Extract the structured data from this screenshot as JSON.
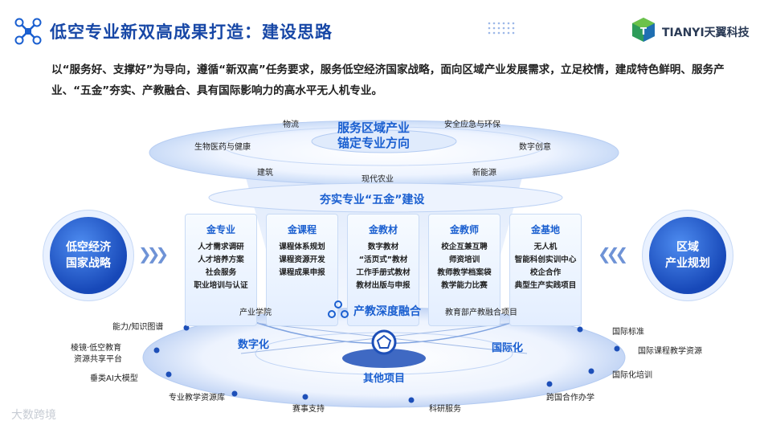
{
  "header": {
    "title": "低空专业新双高成果打造：建设思路",
    "brand": "TIANYI天翼科技"
  },
  "intro": "以“服务好、支撑好”为导向，遵循“新双高”任务要求，服务低空经济国家战略，面向区域产业发展需求，立足校情，建成特色鲜明、服务产业、“五金”夯实、产教融合、具有国际影响力的高水平无人机专业。",
  "top_disk": {
    "title_line1": "服务区域产业",
    "title_line2": "锚定专业方向",
    "labels": [
      "物流",
      "安全应急与环保",
      "生物医药与健康",
      "数字创意",
      "建筑",
      "现代农业",
      "新能源"
    ]
  },
  "middle": {
    "title": "夯实专业“五金”建设",
    "panels": [
      {
        "title": "金专业",
        "items": [
          "人才需求调研",
          "人才培养方案",
          "社会服务",
          "职业培训与认证"
        ]
      },
      {
        "title": "金课程",
        "items": [
          "课程体系规划",
          "课程资源开发",
          "课程成果申报"
        ]
      },
      {
        "title": "金教材",
        "items": [
          "数字教材",
          "“活页式”教材",
          "工作手册式教材",
          "教材出版与申报"
        ]
      },
      {
        "title": "金教师",
        "items": [
          "校企互兼互聘",
          "师资培训",
          "教师教学档案袋",
          "教学能力比赛"
        ]
      },
      {
        "title": "金基地",
        "items": [
          "无人机",
          "智能科创实训中心",
          "校企合作",
          "典型生产实践项目"
        ]
      }
    ]
  },
  "left_circle": {
    "line1": "低空经济",
    "line2": "国家战略"
  },
  "right_circle": {
    "line1": "区域",
    "line2": "产业规划"
  },
  "bottom_disk": {
    "title": "产教深度融合",
    "top_left": "产业学院",
    "top_right": "教育部产教融合项目",
    "left_title": "数字化",
    "right_title": "国际化",
    "center_title": "其他项目",
    "left_labels": [
      "能力/知识图谱",
      "棱镜·低空教育",
      "资源共享平台",
      "垂类AI大模型",
      "专业教学资源库"
    ],
    "right_labels": [
      "国际标准",
      "国际课程教学资源",
      "国际化培训",
      "跨国合作办学"
    ],
    "bottom_labels": [
      "赛事支持",
      "科研服务"
    ]
  },
  "watermark": "大数跨境",
  "colors": {
    "primary": "#1a5fd0",
    "dark_blue": "#1747a6",
    "panel_border": "#c9dbf5"
  }
}
